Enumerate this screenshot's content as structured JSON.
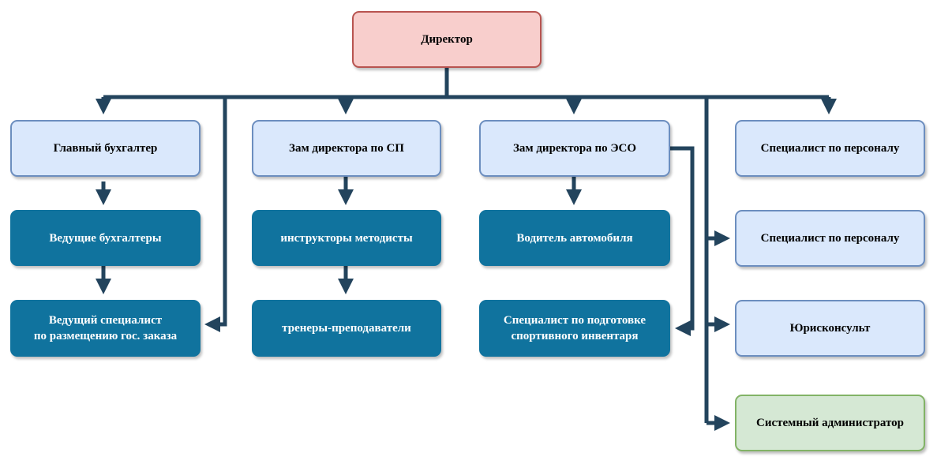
{
  "nodes": {
    "director": "Директор",
    "chief_accountant": "Главный бухгалтер",
    "leading_accountants": "Ведущие бухгалтеры",
    "leading_specialist": "Ведущий специалист\nпо размещению гос. заказа",
    "deputy_sp": "Зам директора по СП",
    "instructors": "инструкторы методисты",
    "trainers": "тренеры-преподаватели",
    "deputy_eso": "Зам директора по ЭСО",
    "driver": "Водитель автомобиля",
    "sports_equipment": "Специалист по подготовке\nспортивного инвентаря",
    "hr_1": "Специалист по персоналу",
    "hr_2": "Специалист по персоналу",
    "lawyer": "Юрисконсульт",
    "sysadmin": "Системный администратор"
  },
  "colors": {
    "connector": "#23445d",
    "director_fill": "#f8cecc",
    "light_fill": "#dae8fc",
    "dark_fill": "#10739e",
    "green_fill": "#d5e8d4"
  }
}
